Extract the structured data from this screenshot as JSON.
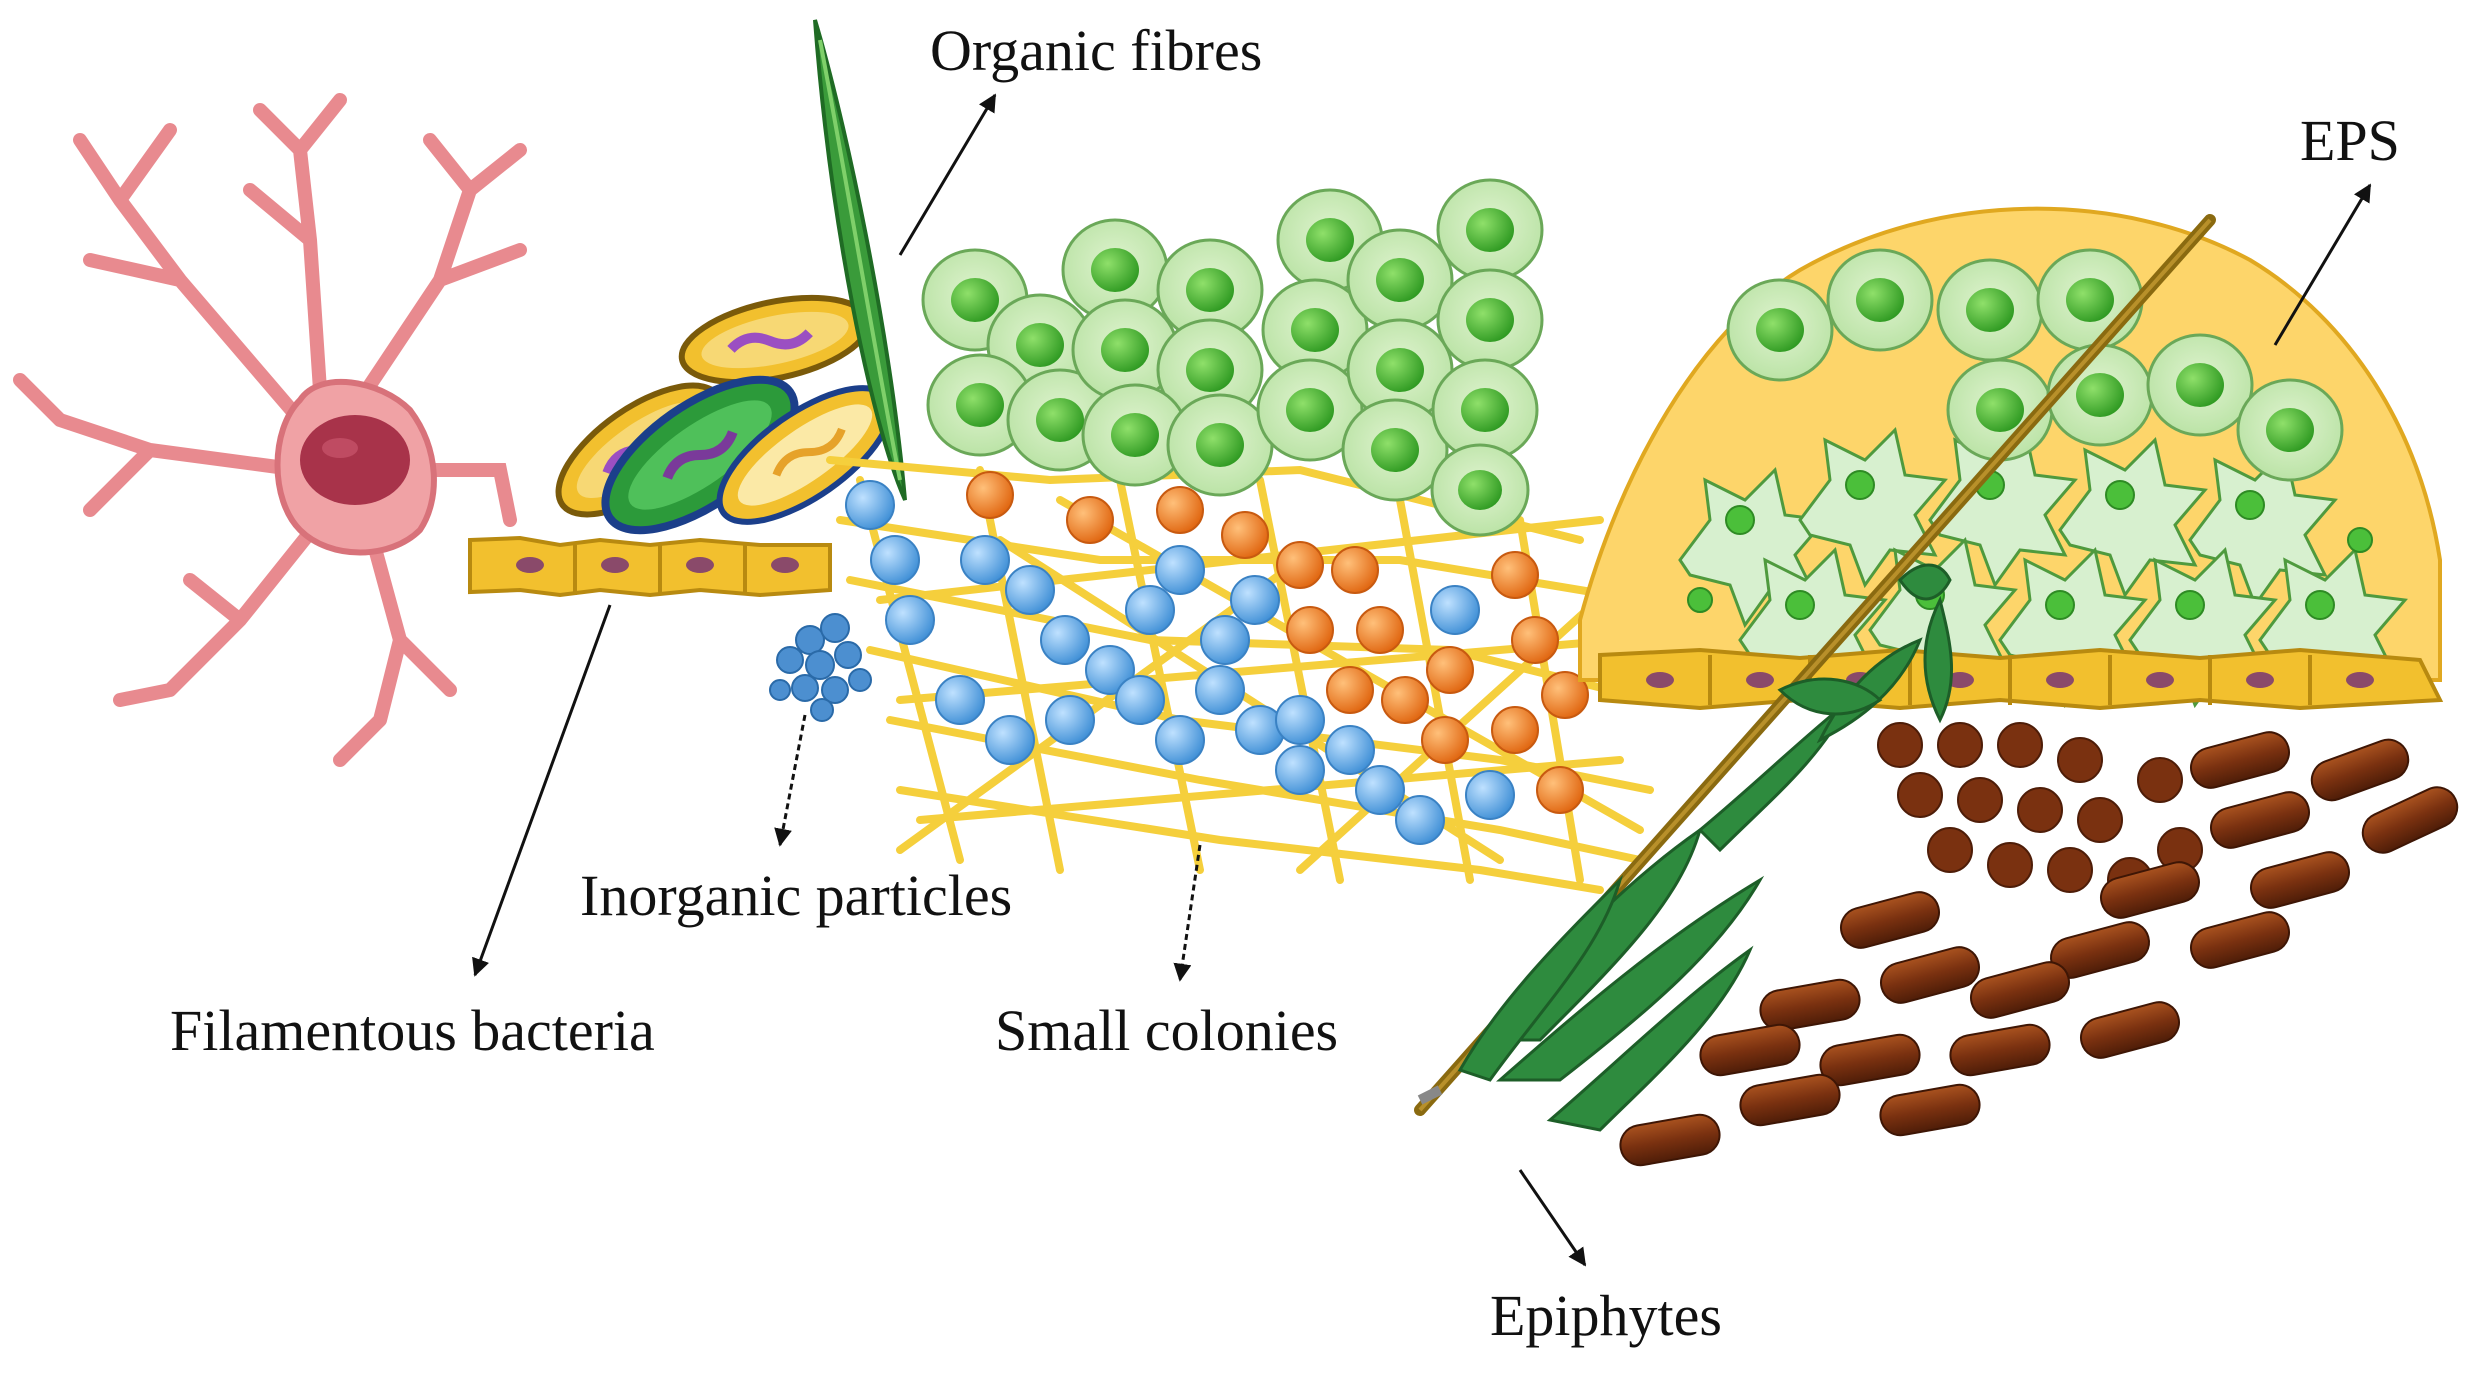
{
  "labels": {
    "organic_fibres": "Organic fibres",
    "eps": "EPS",
    "inorganic_particles": "Inorganic particles",
    "small_colonies": "Small colonies",
    "filamentous_bacteria": "Filamentous bacteria",
    "epiphytes": "Epiphytes"
  },
  "colors": {
    "neuron": "#e88a8f",
    "neuron_nucleus": "#a8334a",
    "epithelial": "#f2c02e",
    "fibre_mesh": "#f5cf3c",
    "blue_cells": "#5aa9e6",
    "orange_cells": "#f07a1e",
    "green_cells": "#9ed98a",
    "eps_matrix": "#fdd56a",
    "brown_rods": "#7a3110",
    "epiphyte_green": "#2e8b3e"
  }
}
